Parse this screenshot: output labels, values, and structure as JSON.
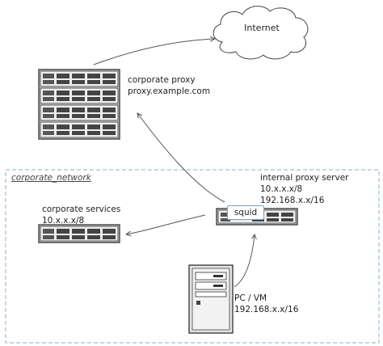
{
  "cloud": {
    "label": "Internet"
  },
  "corporate_proxy": {
    "line1": "corporate proxy",
    "line2": "proxy.example.com"
  },
  "network": {
    "label": "corporate_network"
  },
  "internal_proxy": {
    "line1": "internal proxy server",
    "line2": "10.x.x.x/8",
    "line3": "192.168.x.x/16",
    "tag": "squid"
  },
  "services": {
    "line1": "corporate services",
    "line2": "10.x.x.x/8"
  },
  "client": {
    "line1": "PC / VM",
    "line2": "192.168.x.x/16"
  },
  "colors": {
    "line": "#555555",
    "dashed": "#7fb3d5",
    "server_body": "#e6e6e6",
    "server_dark": "#333333"
  }
}
